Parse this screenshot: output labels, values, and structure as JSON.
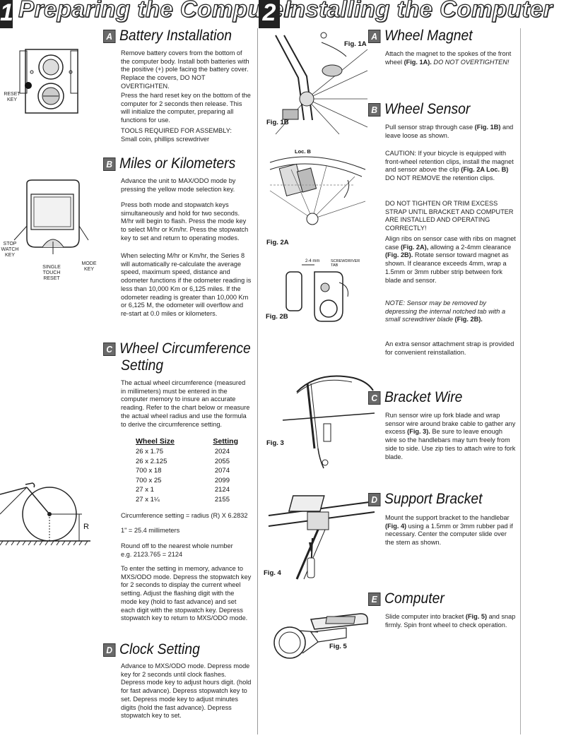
{
  "header": {
    "left_num": "1",
    "left_title": "Preparing the Computer",
    "right_num": "2",
    "right_title": "Installing the Computer"
  },
  "left": {
    "battery": {
      "letter": "A",
      "title": "Battery Installation",
      "p1": "Remove battery covers from the bottom of the computer body. Install both batteries with the positive (+) pole facing the battery cover. Replace the covers, DO NOT OVERTIGHTEN.",
      "p2": "Press the hard reset key on the bottom of the computer for 2 seconds then release. This will initialize the computer, preparing all functions for use.",
      "p3": "TOOLS REQUIRED FOR ASSEMBLY: Small coin, phillips screwdriver",
      "reset_label": "RESET KEY"
    },
    "miles": {
      "letter": "B",
      "title": "Miles or Kilometers",
      "p1": "Advance the unit to MAX/ODO mode by pressing the yellow mode selection key.",
      "p2": "Press both mode and stopwatch keys simultaneously and hold for two seconds. M/hr will begin to flash. Press the mode key to select M/hr or Km/hr. Press the stopwatch key to set and return to operating modes.",
      "p3": "When selecting M/hr or Km/hr, the Series 8 will automatically re-calculate the average speed, maximum speed, distance and odometer functions if the odometer reading is less than 10,000 Km or 6,125 miles. If the odometer reading is greater than 10,000 Km or 6,125 M, the odometer will overflow and re-start at 0.0 miles or kilometers.",
      "stopwatch_label": "STOP WATCH KEY",
      "single_label": "SINGLE TOUCH RESET",
      "mode_label": "MODE KEY"
    },
    "circ": {
      "letter": "C",
      "title1": "Wheel Circumference",
      "title2": "Setting",
      "p1": "The actual wheel circumference (measured in millimeters) must be entered in the computer memory to insure an accurate reading. Refer to the chart below or measure the actual wheel radius and use the formula to derive the circumference setting.",
      "col1": "Wheel Size",
      "col2": "Setting",
      "rows": [
        [
          "26 x 1.75",
          "2024"
        ],
        [
          "26 x 2.125",
          "2055"
        ],
        [
          "700 x 18",
          "2074"
        ],
        [
          "700 x 25",
          "2099"
        ],
        [
          "27 x 1",
          "2124"
        ],
        [
          "27 x 1¼",
          "2155"
        ]
      ],
      "formula": "Circumference setting = radius (R) X 6.2832",
      "inch": "1\" = 25.4 millimeters",
      "round": "Round off to the nearest whole number e.g. 2123.765 = 2124",
      "p2": "To enter the setting in memory, advance to MXS/ODO mode. Depress the stopwatch key for 2 seconds to display the current wheel setting. Adjust the flashing digit with the mode key (hold to fast advance) and set each digit with the stopwatch key. Depress stopwatch key to return to MXS/ODO mode.",
      "r_label": "R"
    },
    "clock": {
      "letter": "D",
      "title": "Clock Setting",
      "p1": "Advance to MXS/ODO mode. Depress mode key for 2 seconds until clock flashes. Depress mode key to adjust hours digit. (hold for fast advance). Depress stopwatch key to set. Depress mode key to adjust minutes digits (hold the fast advance). Depress stopwatch key to set."
    }
  },
  "right": {
    "magnet": {
      "letter": "A",
      "title": "Wheel Magnet",
      "p1_a": "Attach the magnet to the spokes of the front wheel ",
      "p1_b": "(Fig. 1A).",
      "p1_c": " DO NOT OVERTIGHTEN!"
    },
    "sensor": {
      "letter": "B",
      "title": "Wheel Sensor",
      "p1_a": "Pull sensor strap through case ",
      "p1_b": "(Fig. 1B)",
      "p1_c": " and leave loose as shown.",
      "p2_a": "CAUTION: If your bicycle is equipped with front-wheel retention clips, install the magnet and sensor above the clip ",
      "p2_b": "(Fig. 2A Loc. B)",
      "p2_c": " DO NOT REMOVE the retention clips.",
      "p3": "DO NOT TIGHTEN OR TRIM EXCESS STRAP UNTIL BRACKET AND COMPUTER ARE INSTALLED AND OPERATING CORRECTLY!",
      "p4_a": "Align ribs on sensor case with ribs on magnet case ",
      "p4_b": "(Fig. 2A),",
      "p4_c": " allowing a 2-4mm clearance ",
      "p4_d": "(Fig. 2B).",
      "p4_e": " Rotate sensor toward magnet as shown. If clearance exceeds 4mm, wrap a 1.5mm or 3mm rubber strip between fork blade and sensor.",
      "p5_a": "NOTE: Sensor may be removed by depressing the internal notched tab with a small screwdriver blade ",
      "p5_b": "(Fig. 2B).",
      "p6": "An extra sensor attachment strap is provided for convenient reinstallation."
    },
    "wire": {
      "letter": "C",
      "title": "Bracket Wire",
      "p1_a": "Run sensor wire up fork blade and wrap sensor wire around brake cable to gather any excess ",
      "p1_b": "(Fig. 3).",
      "p1_c": " Be sure to leave enough wire so the handlebars may turn freely from side to side. Use zip ties to attach wire to fork blade."
    },
    "bracket": {
      "letter": "D",
      "title": "Support Bracket",
      "p1_a": "Mount the support bracket to the handlebar ",
      "p1_b": "(Fig. 4)",
      "p1_c": " using a 1.5mm or 3mm rubber pad if necessary. Center the computer slide over the stem as shown."
    },
    "computer": {
      "letter": "E",
      "title": "Computer",
      "p1_a": "Slide computer into bracket ",
      "p1_b": "(Fig. 5)",
      "p1_c": " and snap firmly. Spin front wheel to check operation."
    },
    "figs": {
      "fig1a": "Fig. 1A",
      "fig1b": "Fig. 1B",
      "loc_b": "Loc. B",
      "fig2a": "Fig. 2A",
      "fig2b": "Fig. 2B",
      "mm": "2-4 mm",
      "screwdriver_tab": "SCREWDRIVER TAB",
      "fig3": "Fig. 3",
      "fig4": "Fig. 4",
      "fig5": "Fig. 5"
    }
  }
}
